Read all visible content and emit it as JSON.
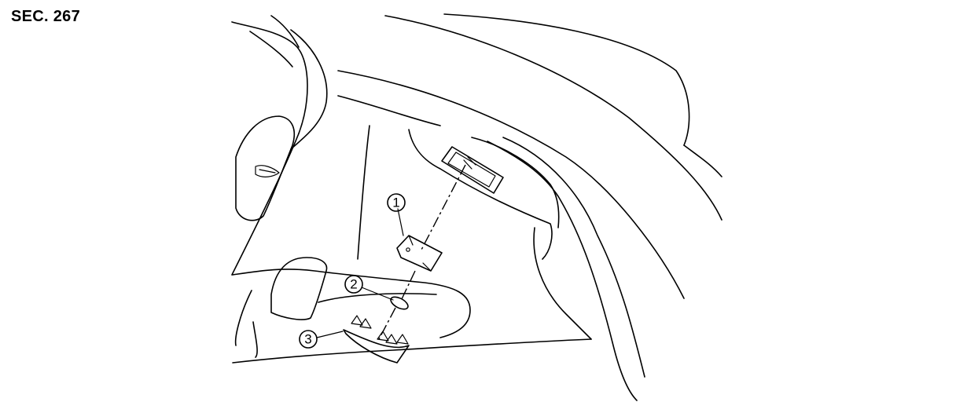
{
  "section_label": "SEC. 267",
  "callouts": [
    {
      "id": "1",
      "label": "1"
    },
    {
      "id": "2",
      "label": "2"
    },
    {
      "id": "3",
      "label": "3"
    }
  ]
}
